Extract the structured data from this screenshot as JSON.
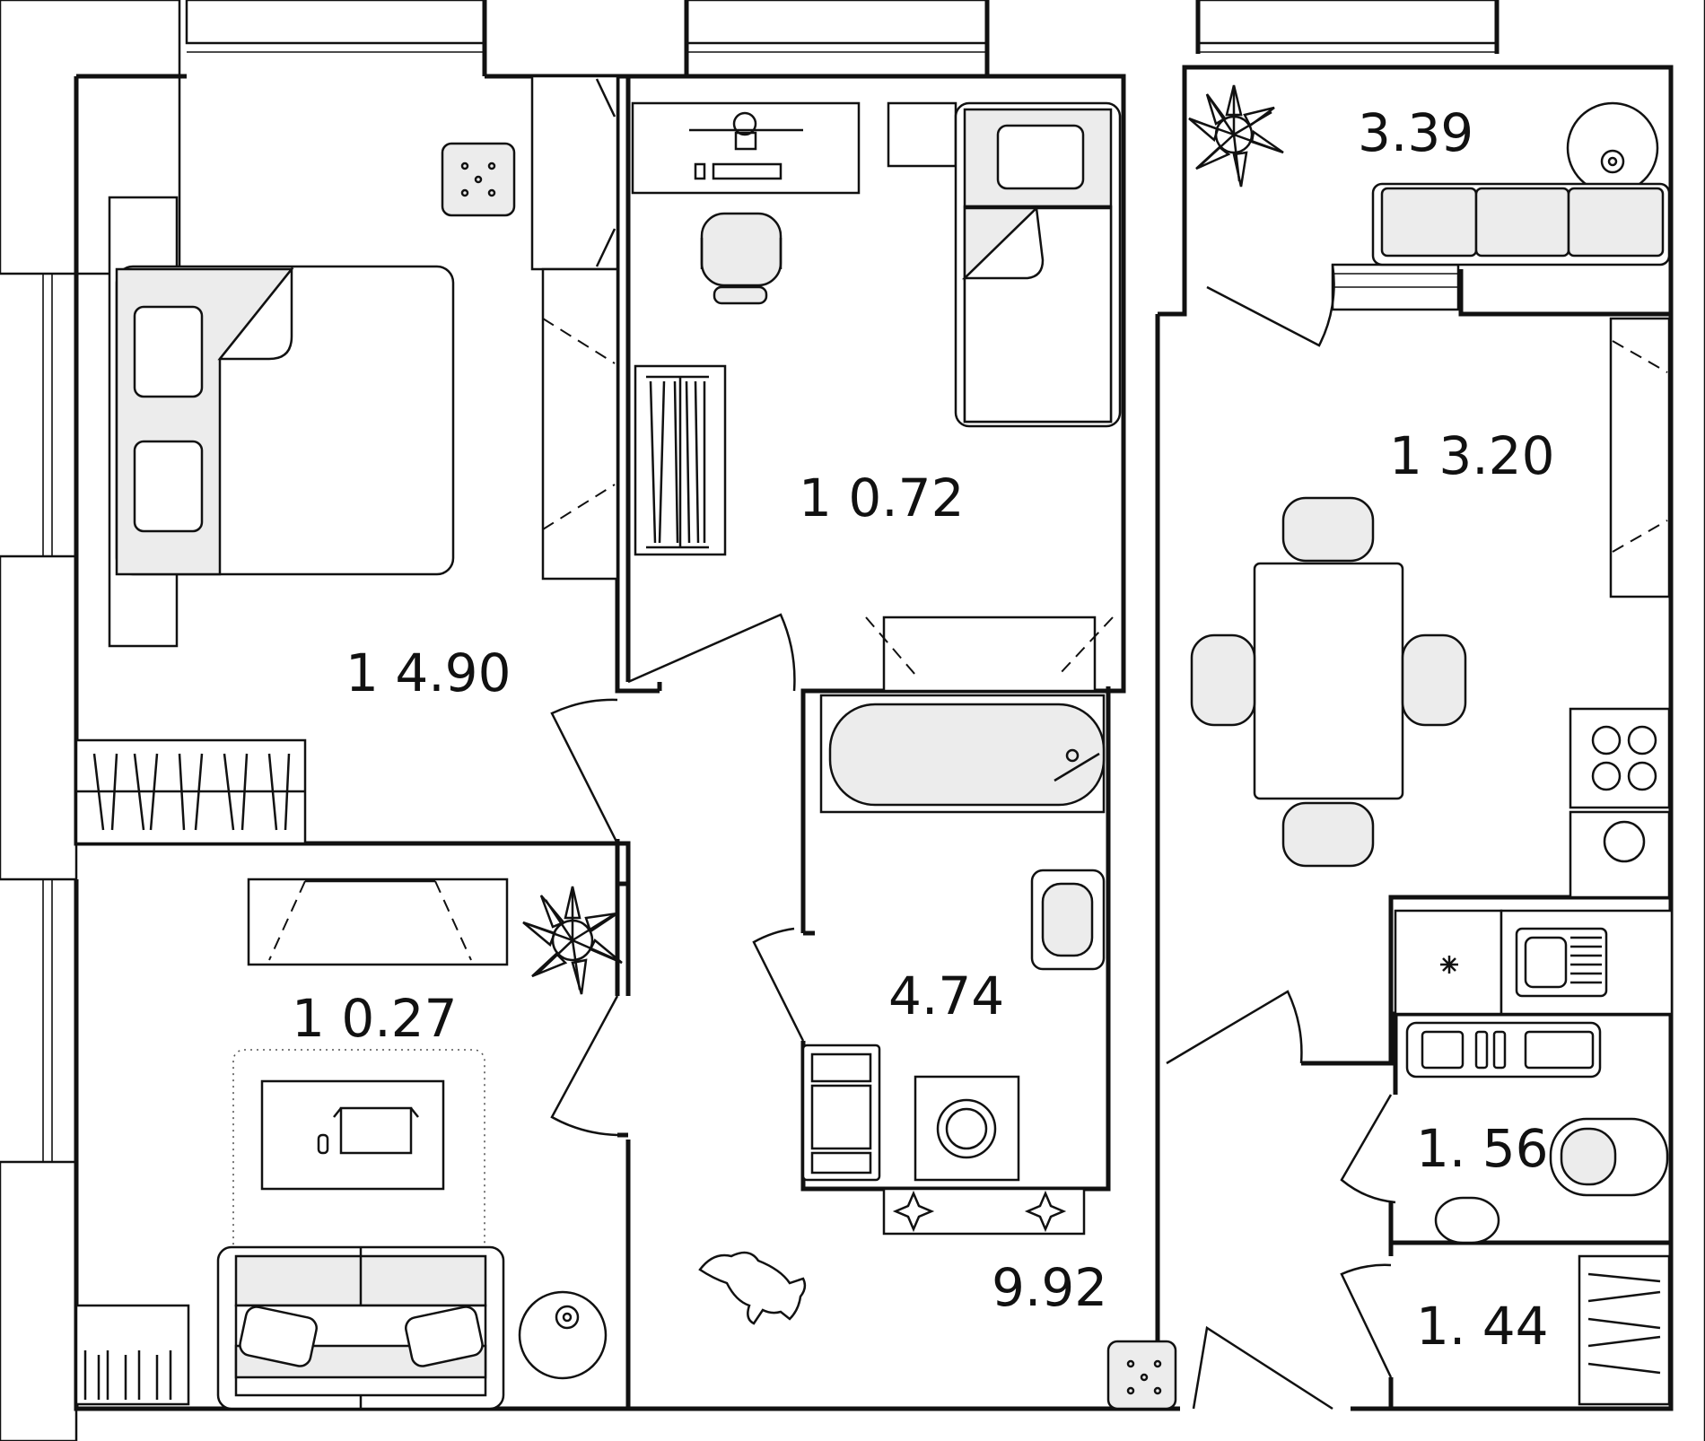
{
  "rooms": [
    {
      "id": "bedroom-1",
      "area": "1 4.90"
    },
    {
      "id": "bedroom-2",
      "area": "1 0.72"
    },
    {
      "id": "living-room",
      "area": "1 0.27"
    },
    {
      "id": "kitchen",
      "area": "1 3.20"
    },
    {
      "id": "balcony",
      "area": "3.39"
    },
    {
      "id": "bathroom",
      "area": "4.74"
    },
    {
      "id": "hallway",
      "area": "9.92"
    },
    {
      "id": "toilet",
      "area": "1. 56"
    },
    {
      "id": "storage",
      "area": "1. 44"
    }
  ],
  "colors": {
    "wall": "#111111",
    "fill": "#ececec",
    "background": "#ffffff"
  }
}
